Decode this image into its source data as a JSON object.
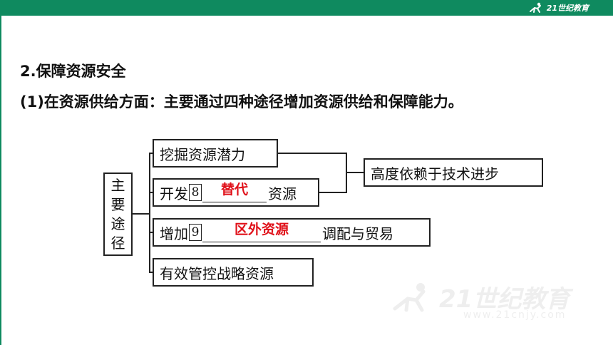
{
  "header": {
    "bar_color": "#0f8a5f",
    "logo_text": "21世纪教育"
  },
  "content": {
    "heading": "2.保障资源安全",
    "subheading": "(1)在资源供给方面：主要通过四种途径增加资源供给和保障能力。"
  },
  "diagram": {
    "main": [
      "主",
      "要",
      "途",
      "径"
    ],
    "items": [
      {
        "text": "挖掘资源潜力"
      },
      {
        "prefix": "开发",
        "num": "8",
        "answer": "替代",
        "suffix": "资源"
      },
      {
        "prefix": "增加",
        "num": "9",
        "answer": "区外资源",
        "suffix": "调配与贸易"
      },
      {
        "text": "有效管控战略资源"
      }
    ],
    "result": "高度依赖于技术进步",
    "answer_color": "#e0111a"
  },
  "watermark": {
    "text": "21世纪教育",
    "url": "www.21cnjy.com"
  }
}
